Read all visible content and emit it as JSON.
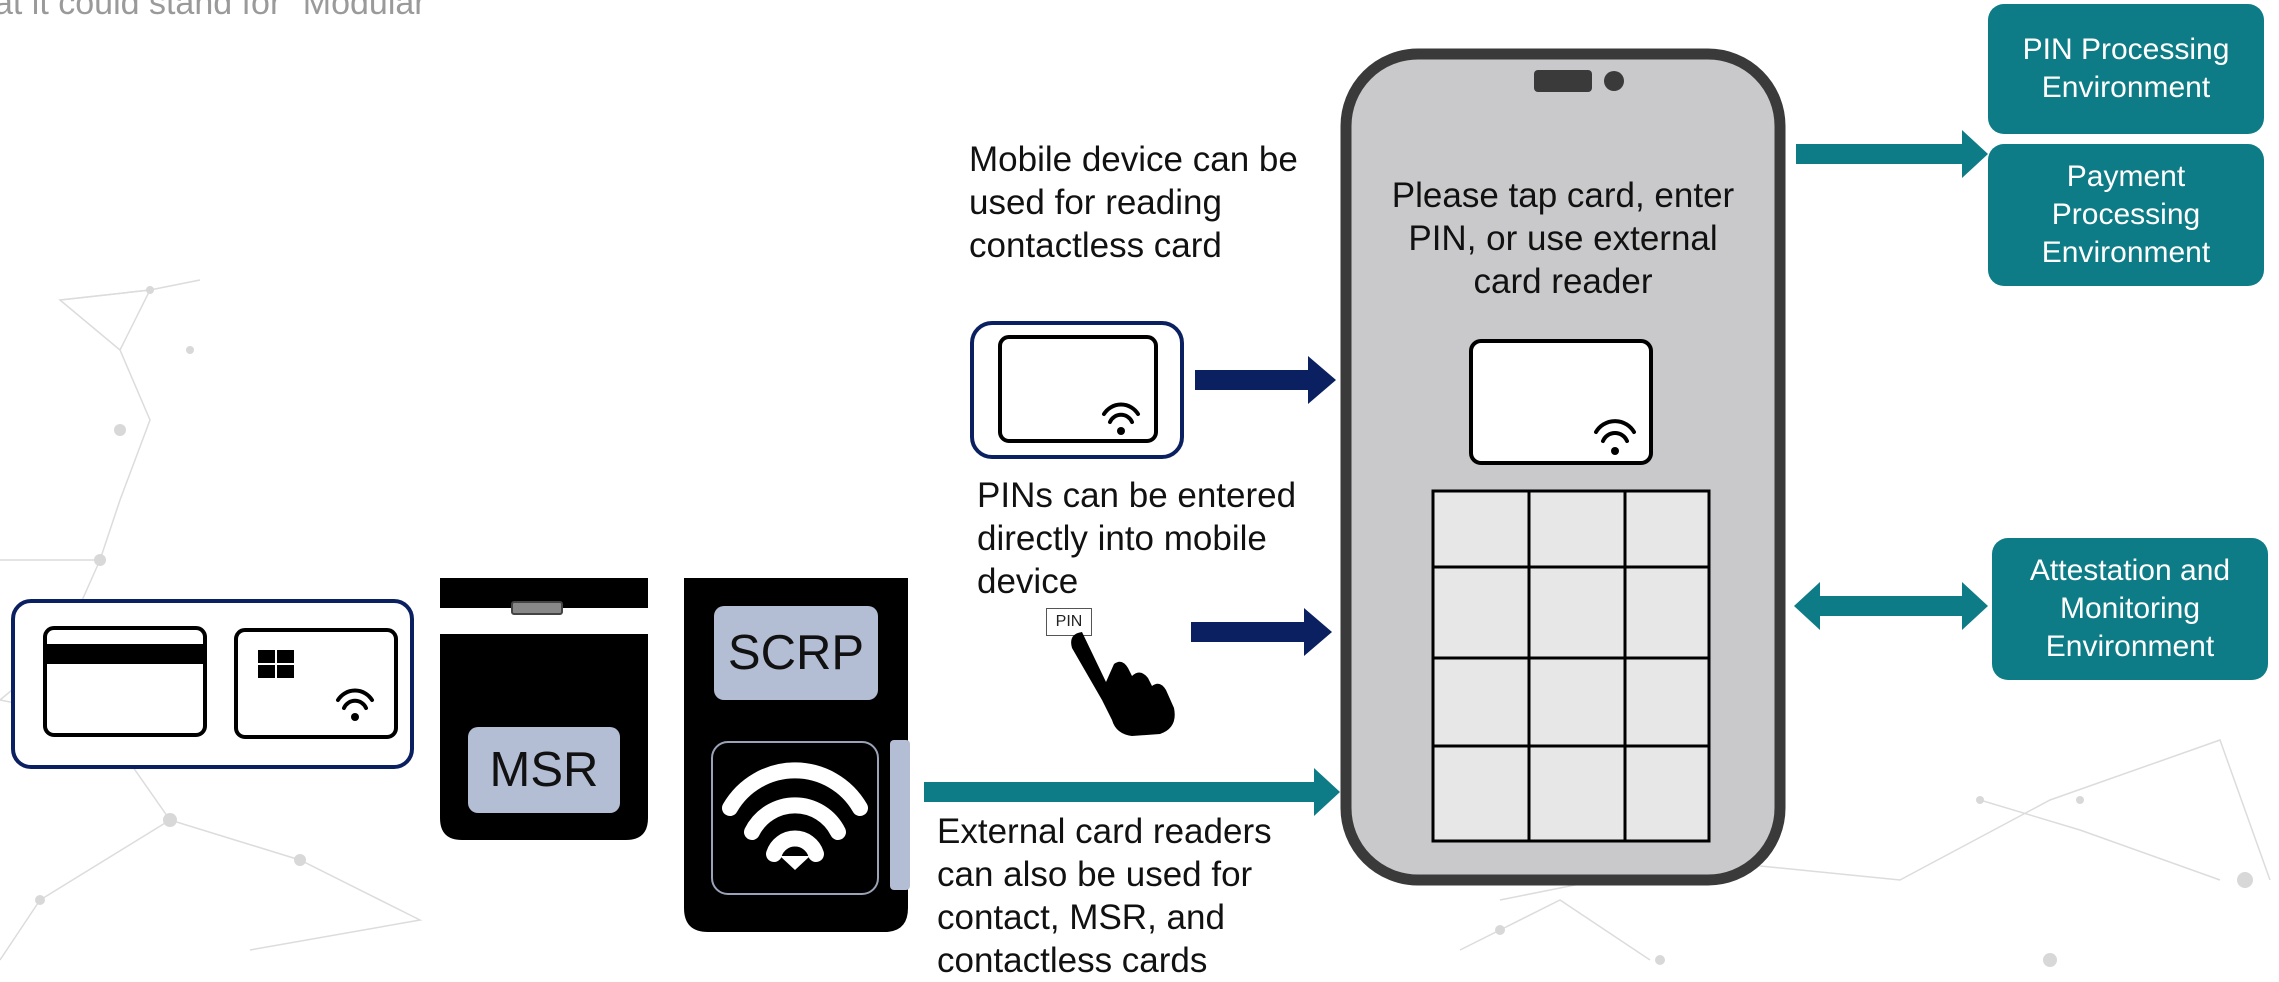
{
  "top_note": "at it could stand for \"Modular",
  "labels": {
    "mobile_reading": "Mobile device can be used for reading contactless card",
    "pin_entry": "PINs can be entered directly into mobile device",
    "external_readers": "External card readers can also be used for contact, MSR, and contactless cards"
  },
  "phone": {
    "prompt": "Please tap card, enter PIN, or use external card reader"
  },
  "pin_tag": "PIN",
  "readers": {
    "msr": "MSR",
    "scrp": "SCRP"
  },
  "environments": {
    "pin": "PIN Processing Environment",
    "payment": "Payment Processing Environment",
    "attestation": "Attestation and Monitoring Environment"
  },
  "colors": {
    "teal": "#0e7c86",
    "navy": "#0b2060",
    "phone_body": "#c9c9cb",
    "badge": "#b3bdd3"
  }
}
